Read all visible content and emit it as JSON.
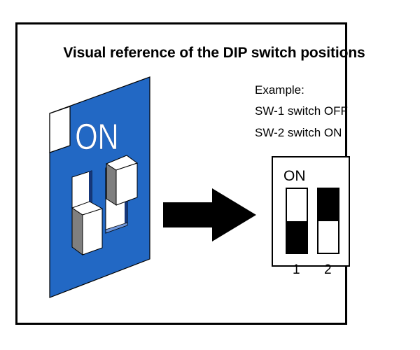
{
  "title": "Visual reference of the DIP switch positions",
  "illustration": {
    "panel_label": "ON",
    "panel_color": "#2268c4",
    "switches": [
      {
        "id": "SW-1",
        "state": "OFF"
      },
      {
        "id": "SW-2",
        "state": "ON"
      }
    ]
  },
  "arrow_icon": "right-arrow-icon",
  "example": {
    "heading": "Example:",
    "lines": [
      "SW-1 switch OFF",
      "SW-2 switch ON"
    ]
  },
  "diagram": {
    "label": "ON",
    "switch_numbers": [
      "1",
      "2"
    ],
    "switch_states": [
      "OFF",
      "ON"
    ]
  }
}
